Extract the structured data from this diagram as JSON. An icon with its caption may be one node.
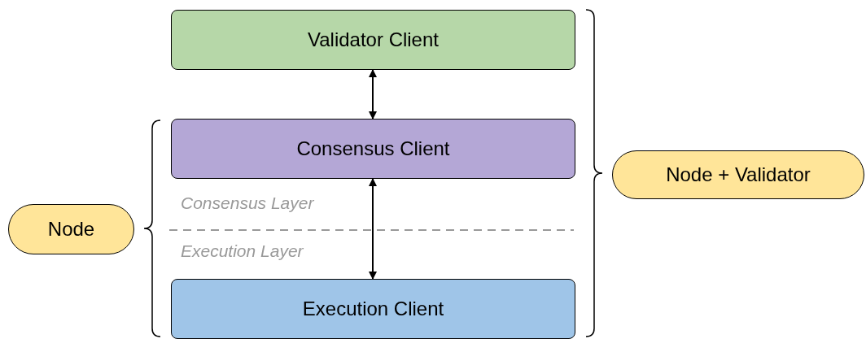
{
  "diagram": {
    "nodes": [
      {
        "text": [
          "Validator Client"
        ]
      },
      {
        "text": [
          "Consensus Client"
        ]
      },
      {
        "text": [
          "Execution Client"
        ]
      },
      {
        "text": [
          "Node"
        ]
      },
      {
        "text": [
          "Node + Validator"
        ]
      }
    ],
    "edges": [
      {
        "from": 0,
        "to": 1,
        "arrow": "both"
      },
      {
        "from": 1,
        "to": 2,
        "arrow": "both"
      }
    ],
    "labels": [
      "Consensus Layer",
      "Execution Layer"
    ]
  }
}
